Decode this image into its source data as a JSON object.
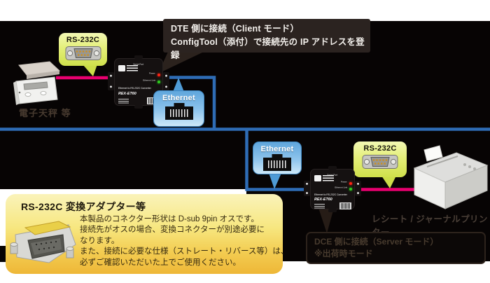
{
  "colors": {
    "accent_blue": "#2e6cb5",
    "accent_pink": "#e8006f",
    "bubble_yellow_green": "#d5e455",
    "bubble_blue": "#5fa6dc",
    "panel_black": "#070404",
    "info_yellow": "#f3cd52",
    "led_power_red": "#ff2313",
    "led_link_green": "#2ecc1e"
  },
  "top_note": {
    "line1": "DTE 側に接続（Client モード）",
    "line2": "ConfigTool（添付）で接続先の IP アドレスを登録"
  },
  "bottom_note": {
    "line1": "DCE 側に接続（Server モード）",
    "line2": "※出荷時モード"
  },
  "labels": {
    "rs232c": "RS-232C",
    "ethernet": "Ethernet",
    "scale": "電子天秤 等",
    "printer": "レシート / ジャーナルプリンター"
  },
  "device": {
    "port": "Serial Port",
    "led_power": "Power",
    "led_link": "Ethernet Link",
    "desc": "Ethernet to RS-232C Converter",
    "model": "REX-ET60"
  },
  "info_box": {
    "title": "RS-232C 変換アダプター等",
    "lines": [
      "本製品のコネクター形状は D-sub 9pin オスです。",
      "接続先がオスの場合、変換コネクターが別途必要に",
      "なります。",
      "また、接続に必要な仕様（ストレート・リバース等）は、",
      "必ずご確認いただいた上でご使用ください。"
    ]
  }
}
